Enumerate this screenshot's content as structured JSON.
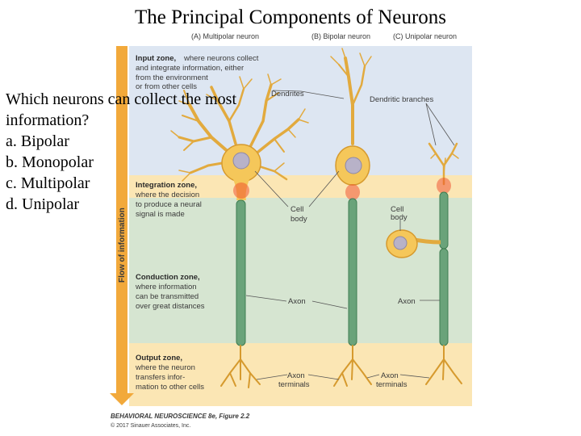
{
  "slide": {
    "title": "The Principal Components of Neurons",
    "question": {
      "line1": "Which neurons can collect the most",
      "line2": "information?",
      "options": [
        "a. Bipolar",
        "b. Monopolar",
        "c. Multipolar",
        "d. Unipolar"
      ]
    }
  },
  "figure": {
    "panel_labels": {
      "a": "(A)  Multipolar neuron",
      "b": "(B)  Bipolar neuron",
      "c": "(C)  Unipolar neuron"
    },
    "flow_label": "Flow of information",
    "zones": {
      "input": {
        "title": "Input zone,",
        "lines": [
          "where neurons collect",
          "and integrate information, either",
          "from the environment",
          "or from other cells"
        ]
      },
      "integration": {
        "title": "Integration zone,",
        "lines": [
          "where the decision",
          "to produce a neural",
          "signal is made"
        ]
      },
      "conduction": {
        "title": "Conduction zone,",
        "lines": [
          "where information",
          "can be transmitted",
          "over great distances"
        ]
      },
      "output": {
        "title": "Output zone,",
        "lines": [
          "where the neuron",
          "transfers infor-",
          "mation to other cells"
        ]
      }
    },
    "callouts": {
      "dendrites": "Dendrites",
      "dendritic_branches": "Dendritic branches",
      "cell_body_1": [
        "Cell",
        "body"
      ],
      "cell_body_2": [
        "Cell",
        "body"
      ],
      "axon_1": "Axon",
      "axon_2": "Axon",
      "axon_terminals_1": [
        "Axon",
        "terminals"
      ],
      "axon_terminals_2": [
        "Axon",
        "terminals"
      ]
    },
    "credit": {
      "line1": "BEHAVIORAL NEUROSCIENCE 8e, Figure 2.2",
      "line2": "© 2017 Sinauer Associates, Inc."
    },
    "colors": {
      "input_band": "#dde6f2",
      "integration_band": "#fbe6b4",
      "conduction_band": "#d6e5d1",
      "output_band": "#fbe6b4",
      "neuron_fill": "#f5c75a",
      "axon_fill": "#6aa37a",
      "nucleus": "#b8b2c8",
      "flow_arrow": "#f2a93b"
    }
  }
}
